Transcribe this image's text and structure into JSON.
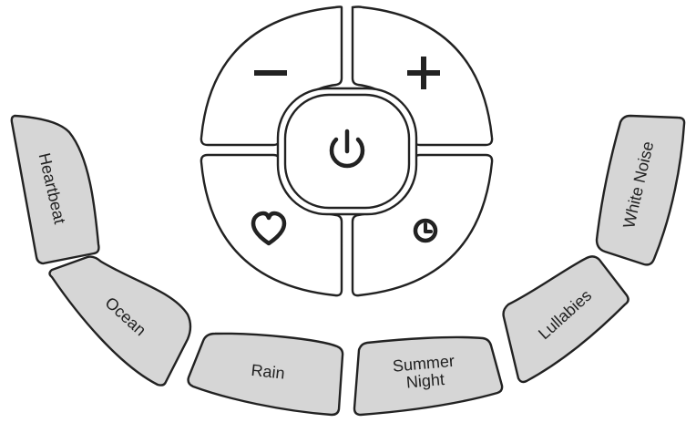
{
  "colors": {
    "outline": "#222222",
    "button_face": "#ffffff",
    "preset_fill": "#d6d6d6"
  },
  "controls": {
    "minus": {
      "icon": "minus-icon"
    },
    "plus": {
      "icon": "plus-icon"
    },
    "power": {
      "icon": "power-icon"
    },
    "favorite": {
      "icon": "heart-icon"
    },
    "timer": {
      "icon": "clock-icon"
    }
  },
  "presets": {
    "heartbeat": "Heartbeat",
    "ocean": "Ocean",
    "rain": "Rain",
    "summer_night_line1": "Summer",
    "summer_night_line2": "Night",
    "lullabies": "Lullabies",
    "white_noise": "White Noise"
  }
}
